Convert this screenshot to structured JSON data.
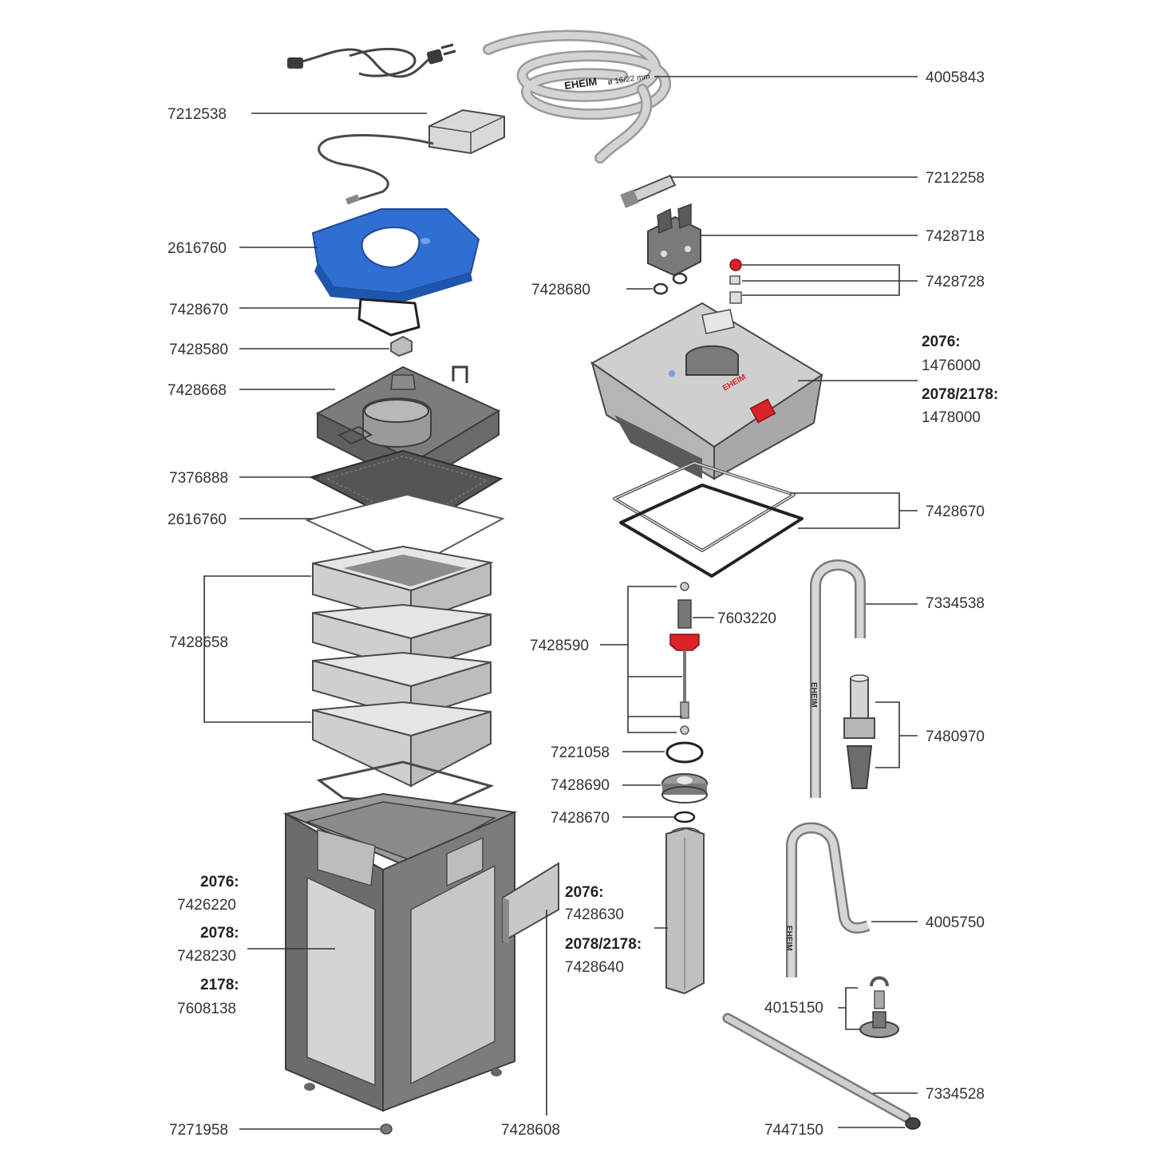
{
  "colors": {
    "lid_blue": "#2e6fd1",
    "rotor_red": "#d8232a",
    "part_gray": "#c9c9c9",
    "dark_gray": "#5d5d5d",
    "outline": "#4a4a4a"
  },
  "parts": {
    "p4005843": "4005843",
    "p7212538": "7212538",
    "p7212258": "7212258",
    "p2616760_lid": "2616760",
    "p7428718": "7428718",
    "p7428680": "7428680",
    "p7428728": "7428728",
    "p7428670_lid": "7428670",
    "p7428580": "7428580",
    "p7428668": "7428668",
    "head_model_a": "2076:",
    "head_part_a": "1476000",
    "head_model_b": "2078/2178:",
    "head_part_b": "1478000",
    "p7376888": "7376888",
    "p2616760_pad": "2616760",
    "p7428670_head": "7428670",
    "p7428658": "7428658",
    "p7334538": "7334538",
    "p7603220": "7603220",
    "p7428590": "7428590",
    "p7480970": "7480970",
    "p7221058": "7221058",
    "p7428690": "7428690",
    "p7428670_shaft": "7428670",
    "canister_model_a": "2076:",
    "canister_part_a": "7426220",
    "canister_model_b": "2078:",
    "canister_part_b": "7428230",
    "canister_model_c": "2178:",
    "canister_part_c": "7608138",
    "clip_model_a": "2076:",
    "clip_part_a": "7428630",
    "clip_model_b": "2078/2178:",
    "clip_part_b": "7428640",
    "p4005750": "4005750",
    "p4015150": "4015150",
    "p7334528": "7334528",
    "p7271958": "7271958",
    "p7428608": "7428608",
    "p7447150": "7447150"
  },
  "imprints": {
    "hose_brand": "EHEIM",
    "hose_size": "ø 16/22 mm",
    "intake_brand": "EHEIM",
    "outlet_brand": "EHEIM",
    "head_brand": "EHEIM"
  }
}
